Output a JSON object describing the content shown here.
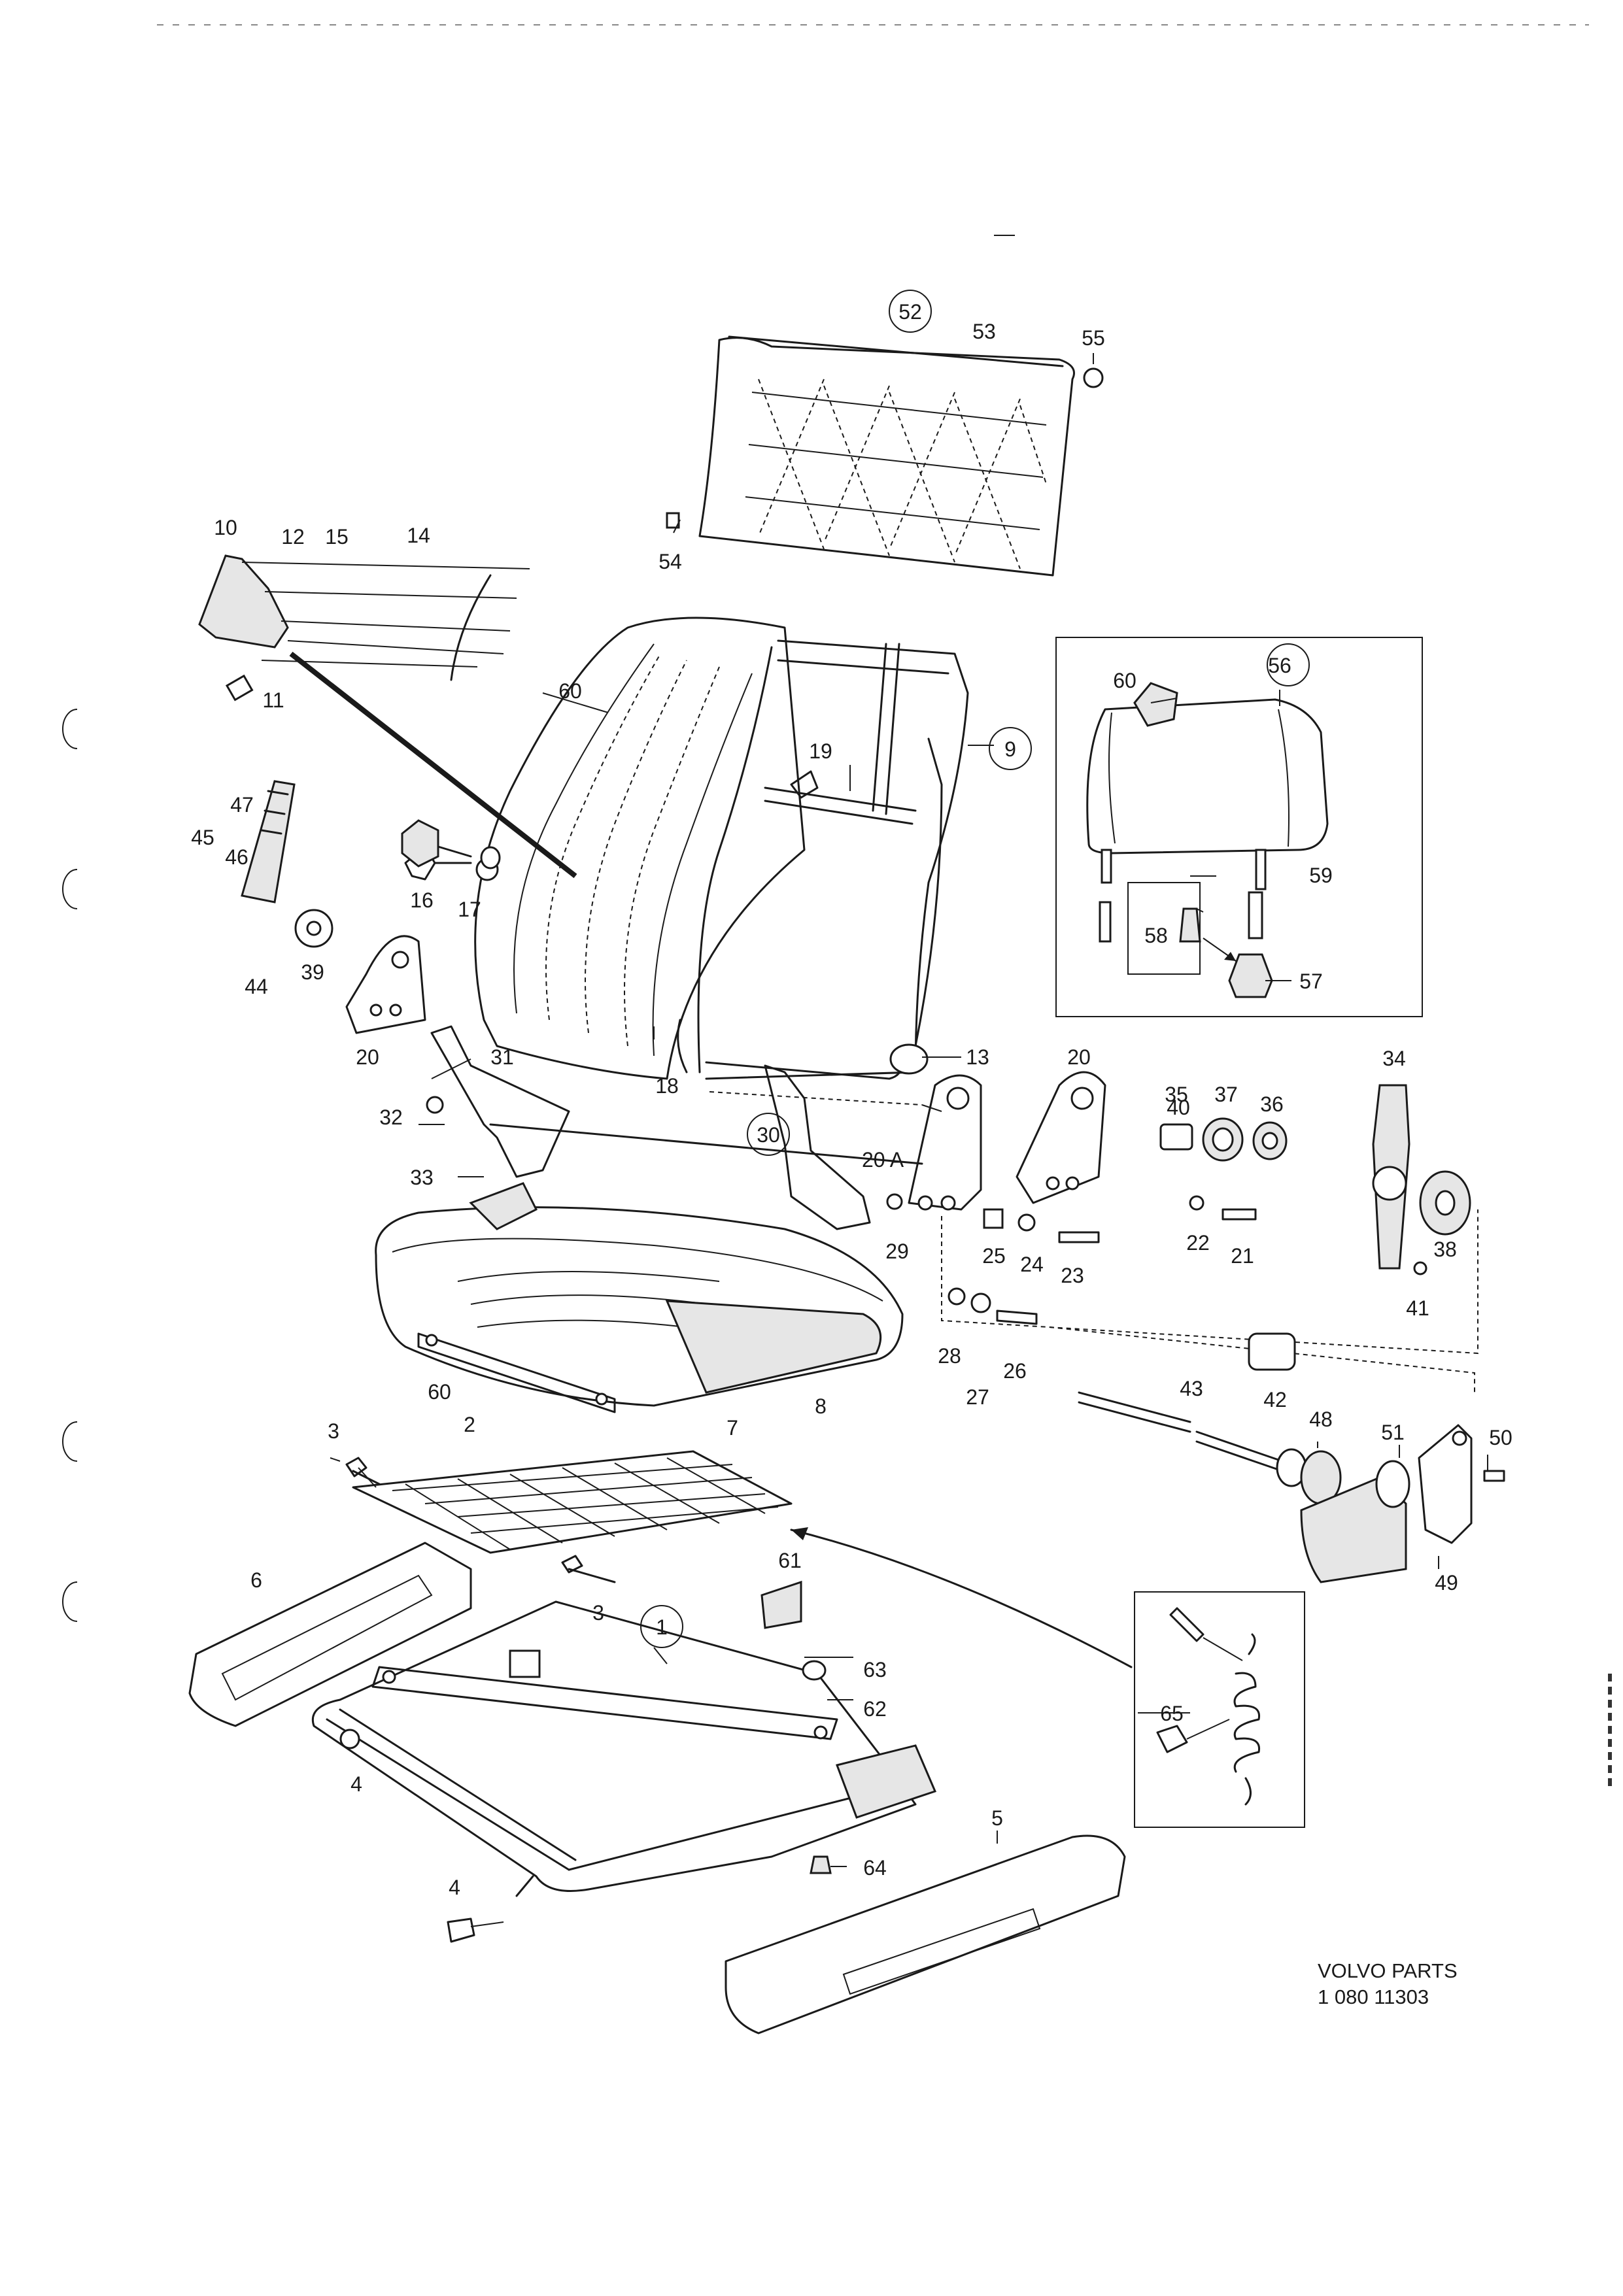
{
  "diagram": {
    "footer_brand": "VOLVO PARTS",
    "footer_code": "1 080 11303",
    "labels": {
      "l1": "1",
      "l2": "2",
      "l3a": "3",
      "l3b": "3",
      "l4a": "4",
      "l4b": "4",
      "l5": "5",
      "l6": "6",
      "l7": "7",
      "l8": "8",
      "l9": "9",
      "l10": "10",
      "l11": "11",
      "l12": "12",
      "l13": "13",
      "l14": "14",
      "l15": "15",
      "l16": "16",
      "l17": "17",
      "l18": "18",
      "l19": "19",
      "l20a": "20",
      "l20b": "20",
      "l20A": "20 A",
      "l21": "21",
      "l22": "22",
      "l23": "23",
      "l24": "24",
      "l25": "25",
      "l26": "26",
      "l27": "27",
      "l28": "28",
      "l29": "29",
      "l30": "30",
      "l31": "31",
      "l32": "32",
      "l33": "33",
      "l34": "34",
      "l35": "35",
      "l36": "36",
      "l37": "37",
      "l38": "38",
      "l39": "39",
      "l40": "40",
      "l41": "41",
      "l42": "42",
      "l43": "43",
      "l44": "44",
      "l45": "45",
      "l46": "46",
      "l47": "47",
      "l48": "48",
      "l49": "49",
      "l50": "50",
      "l51": "51",
      "l52": "52",
      "l53": "53",
      "l54": "54",
      "l55": "55",
      "l56": "56",
      "l57": "57",
      "l58": "58",
      "l59": "59",
      "l60a": "60",
      "l60b": "60",
      "l60c": "60",
      "l61": "61",
      "l62": "62",
      "l63": "63",
      "l64": "64",
      "l65": "65"
    }
  }
}
